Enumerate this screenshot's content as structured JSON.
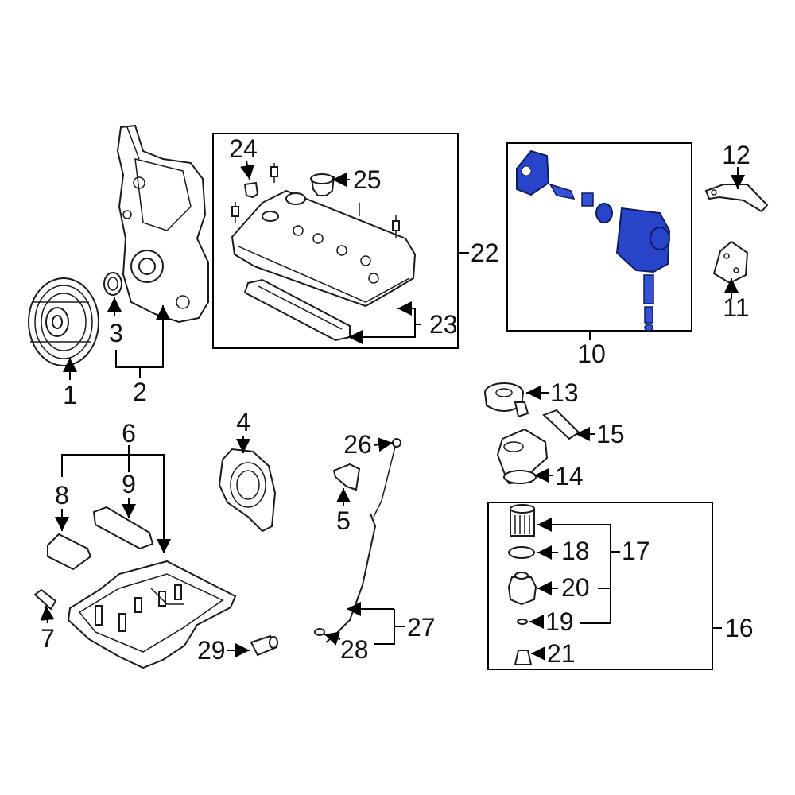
{
  "diagram": {
    "highlight_color": "#2845c9",
    "callouts": [
      "1",
      "2",
      "3",
      "4",
      "5",
      "6",
      "7",
      "8",
      "9",
      "10",
      "11",
      "12",
      "13",
      "14",
      "15",
      "16",
      "17",
      "18",
      "19",
      "20",
      "21",
      "22",
      "23",
      "24",
      "25",
      "26",
      "27",
      "28",
      "29"
    ]
  }
}
